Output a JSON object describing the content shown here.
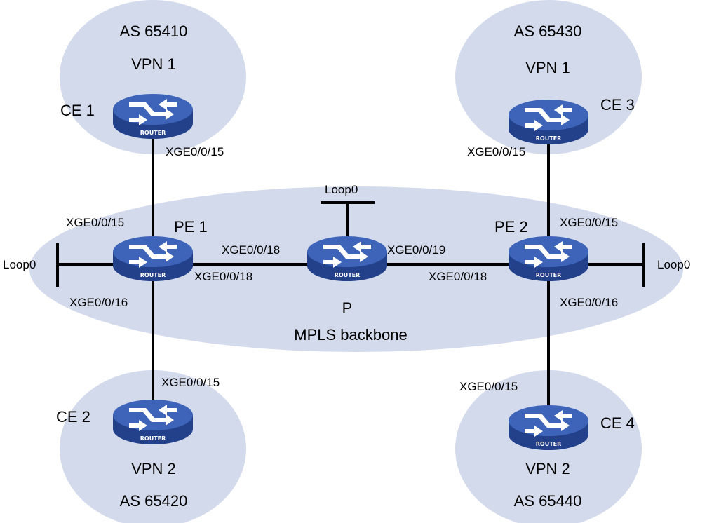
{
  "colors": {
    "cloud": "#d3daec",
    "router_top": "#3d64b8",
    "router_side": "#23408a",
    "link": "#000000"
  },
  "icon": "router-icon",
  "sites": {
    "site1": {
      "as": "AS 65410",
      "vpn": "VPN 1"
    },
    "site2": {
      "as": "AS 65420",
      "vpn": "VPN 2"
    },
    "site3": {
      "as": "AS 65430",
      "vpn": "VPN 1"
    },
    "site4": {
      "as": "AS 65440",
      "vpn": "VPN 2"
    }
  },
  "backbone": {
    "label": "MPLS backbone"
  },
  "routers": {
    "ce1": {
      "name": "CE 1",
      "badge": "ROUTER"
    },
    "ce2": {
      "name": "CE 2",
      "badge": "ROUTER"
    },
    "ce3": {
      "name": "CE 3",
      "badge": "ROUTER"
    },
    "ce4": {
      "name": "CE 4",
      "badge": "ROUTER"
    },
    "pe1": {
      "name": "PE 1",
      "badge": "ROUTER"
    },
    "pe2": {
      "name": "PE 2",
      "badge": "ROUTER"
    },
    "p": {
      "name": "P",
      "badge": "ROUTER"
    }
  },
  "interfaces": {
    "ce1_down": "XGE0/0/15",
    "pe1_up": "XGE0/0/15",
    "pe1_down": "XGE0/0/16",
    "pe1_right": "XGE0/0/18",
    "ce2_up": "XGE0/0/15",
    "p_left": "XGE0/0/18",
    "p_right": "XGE0/0/19",
    "pe2_left": "XGE0/0/18",
    "pe2_up": "XGE0/0/15",
    "pe2_down": "XGE0/0/16",
    "ce3_down": "XGE0/0/15",
    "ce4_up": "XGE0/0/15"
  },
  "loopbacks": {
    "pe1": "Loop0",
    "p": "Loop0",
    "pe2": "Loop0"
  }
}
